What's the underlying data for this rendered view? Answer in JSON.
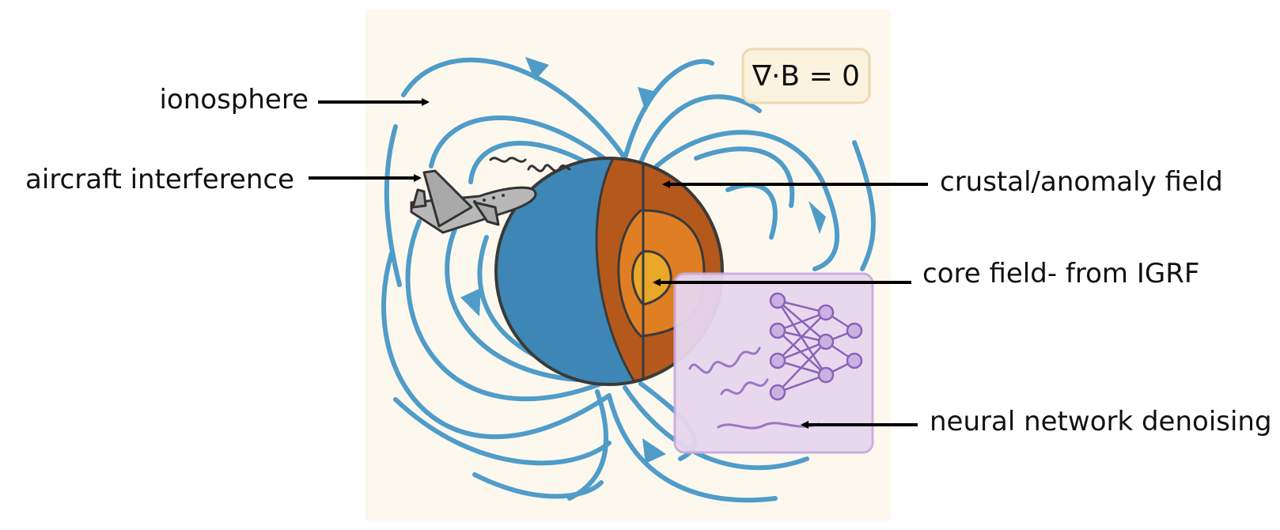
{
  "labels": {
    "ionosphere": "ionosphere",
    "aircraft": "aircraft interference",
    "crustal": "crustal/anomaly field",
    "core": "core field- from IGRF",
    "nn": "neural network denoising"
  },
  "equation": "∇·B = 0",
  "colors": {
    "field_line": "#4f9cc9",
    "background_panel": "#fdf8ee",
    "earth_ocean": "#3d86b5",
    "crust": "#b5581c",
    "mantle": "#e07e23",
    "core": "#e9a829",
    "nn_panel": "#e7d7ef",
    "nn_stroke": "#8a62b8"
  },
  "icons": {
    "aircraft": "airplane-icon",
    "neural_network": "neural-network-icon"
  }
}
